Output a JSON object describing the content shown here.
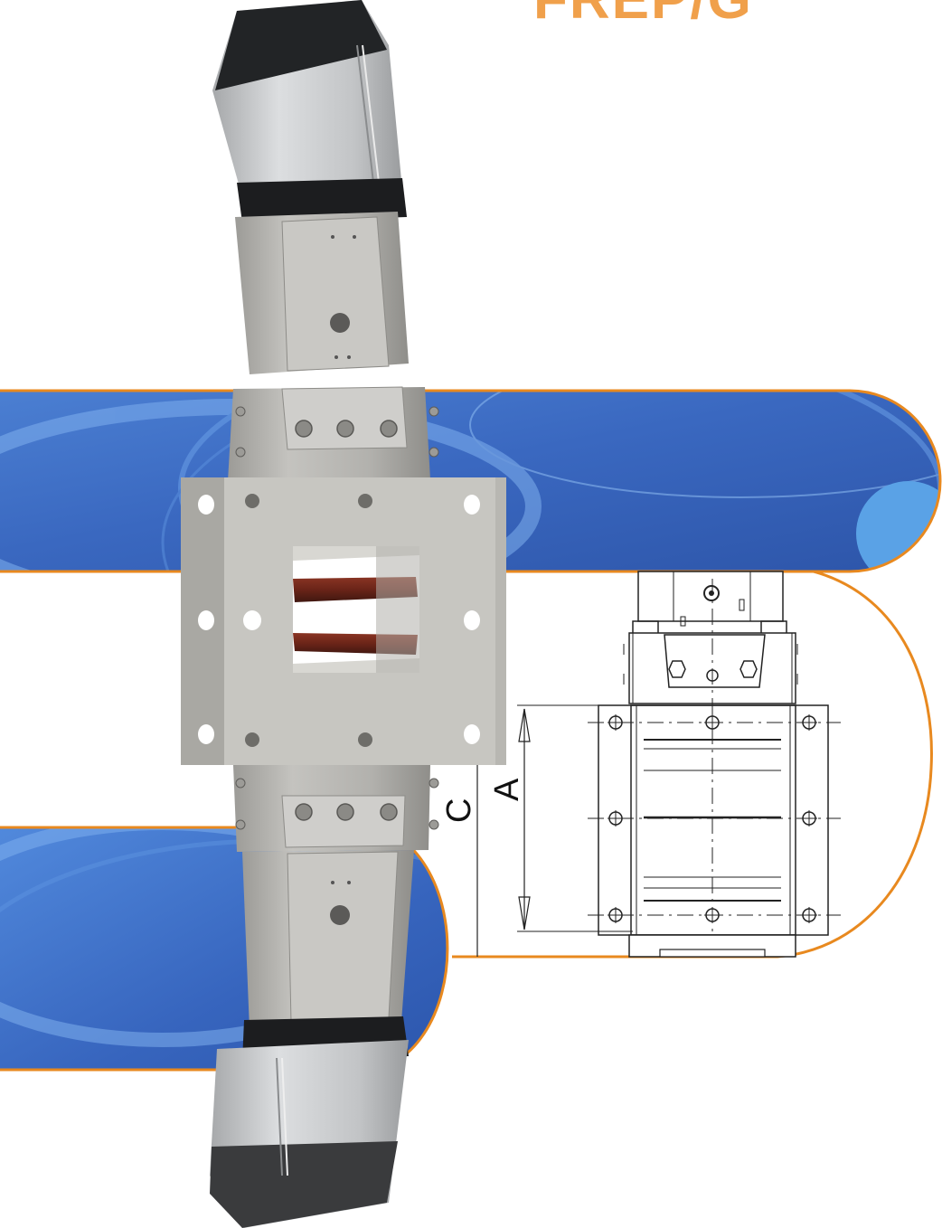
{
  "header": {
    "title": "FREP/G"
  },
  "drawing": {
    "dimension_a_label": "A",
    "dimension_c_label": "C"
  },
  "colors": {
    "title_orange": "#f0a04b",
    "band_blue": "#3f6fc4",
    "band_blue_dark": "#2e55a8",
    "band_blue_light": "#5f9be0",
    "outline_orange": "#e8891f",
    "steel": "#b9b8b4",
    "actuator_grey": "#cfd1d2",
    "actuator_black": "#1e1f21"
  }
}
